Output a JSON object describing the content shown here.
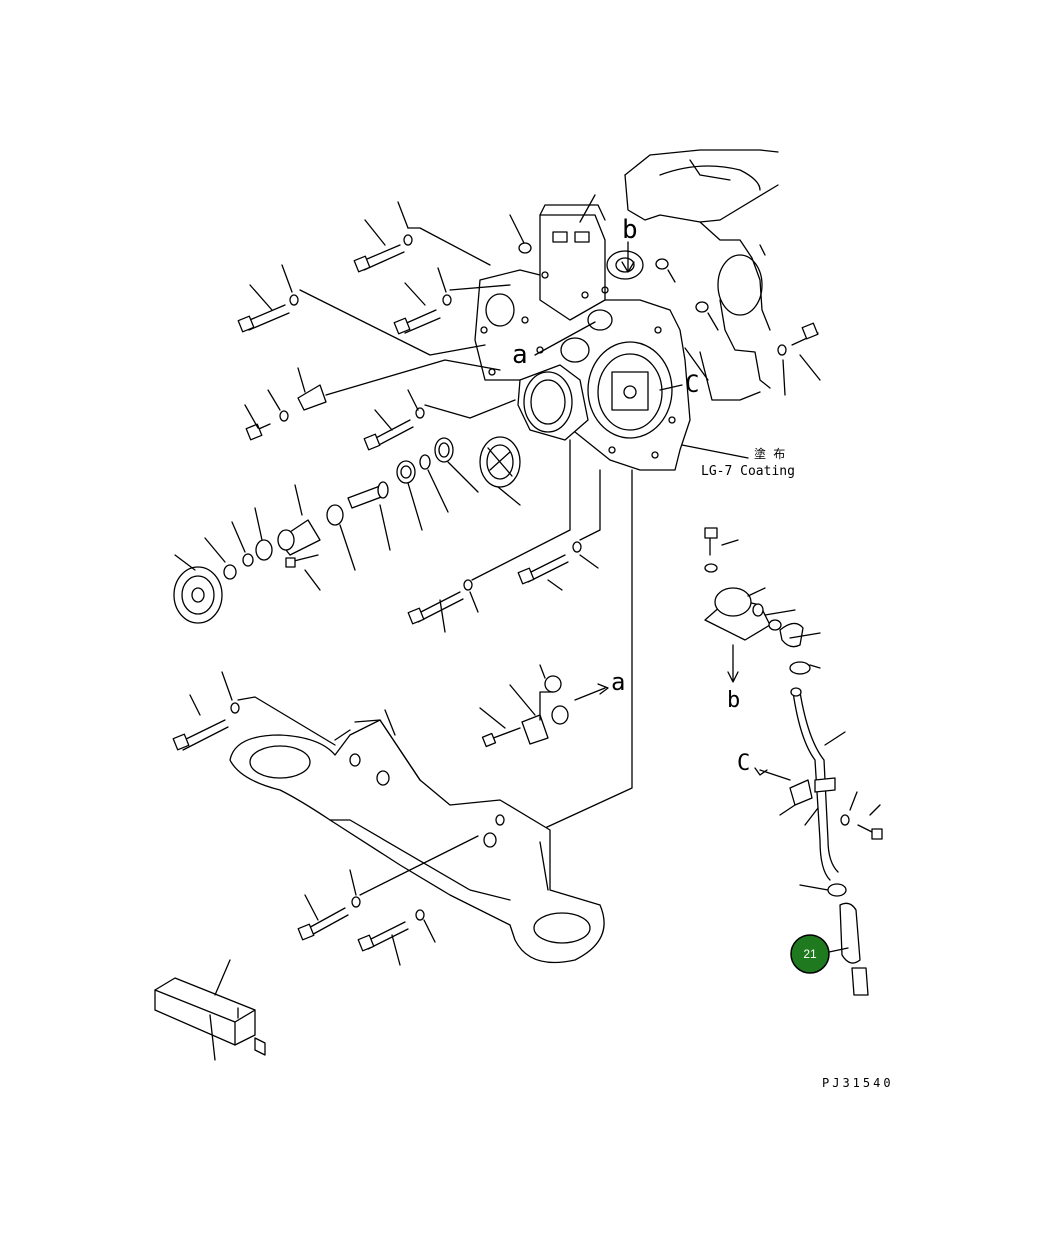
{
  "labels": {
    "b_top": "b",
    "a_left": "a",
    "c_right": "C",
    "coating_jp": "塗 布",
    "coating_en": "LG-7 Coating",
    "b_lower": "b",
    "a_lower": "a",
    "c_lower": "C",
    "drawing_no": "PJ31540"
  },
  "badge": {
    "number": "21",
    "color": "#1f7a1f"
  }
}
